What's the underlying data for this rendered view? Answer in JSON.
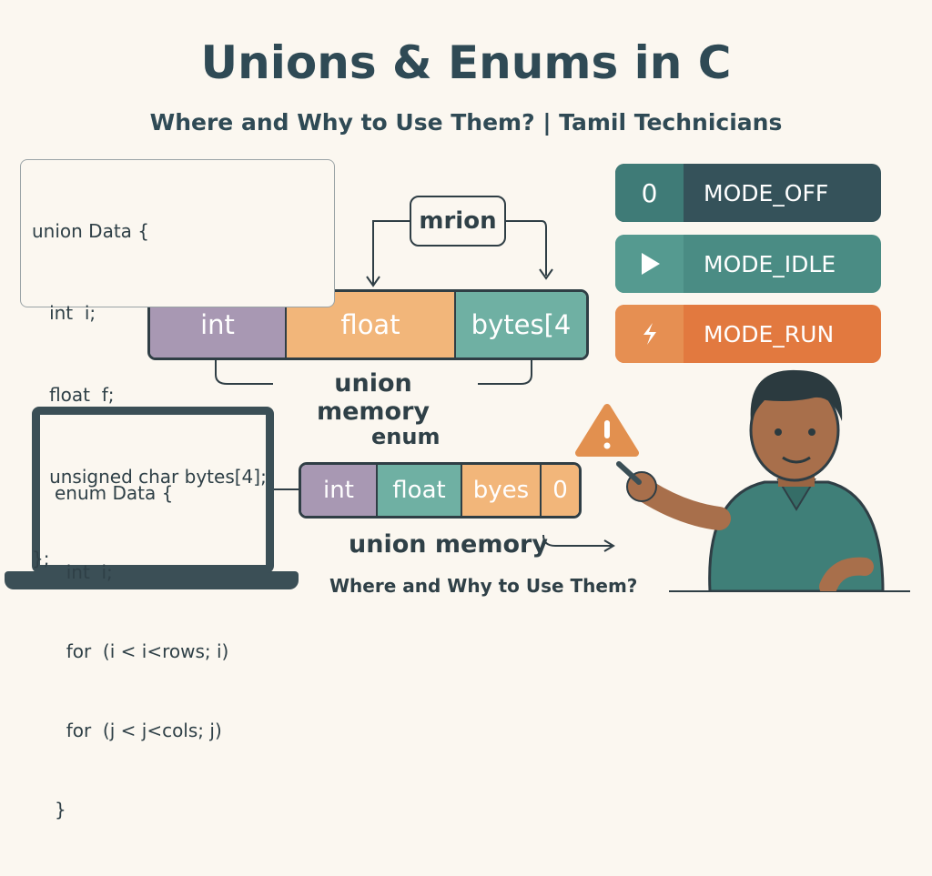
{
  "title": "Unions & Enums in C",
  "subtitle": "Where and Why to Use Them? | Tamil Technicians",
  "union_code": [
    "union Data {",
    "   int  i;",
    "   float  f;",
    "   unsigned char bytes[4];",
    "};"
  ],
  "union_diagram": {
    "pointer_label": "mrion",
    "cells": [
      "int",
      "float",
      "bytes[4"
    ],
    "caption": "union memory"
  },
  "modes": [
    {
      "value": "0",
      "label": "MODE_OFF",
      "icon": "zero"
    },
    {
      "value": "",
      "label": "MODE_IDLE",
      "icon": "play-icon"
    },
    {
      "value": "",
      "label": "MODE_RUN",
      "icon": "bolt-icon"
    }
  ],
  "enum_code": [
    "enum Data {",
    "  int  i;",
    "  for  (i < i<rows; i)",
    "  for  (j < j<cols; j)",
    "}"
  ],
  "enum_diagram": {
    "label": "enum",
    "cells": [
      "int",
      "float",
      "byes",
      "0"
    ],
    "caption": "union memory"
  },
  "footer_question": "Where and Why to Use Them?",
  "colors": {
    "purple": "#a898b3",
    "orange": "#f2b67a",
    "teal": "#6fb0a3",
    "dark": "#2f3e45",
    "mode_off": "#35525a",
    "mode_idle": "#4a8c84",
    "mode_run": "#e2793f"
  }
}
